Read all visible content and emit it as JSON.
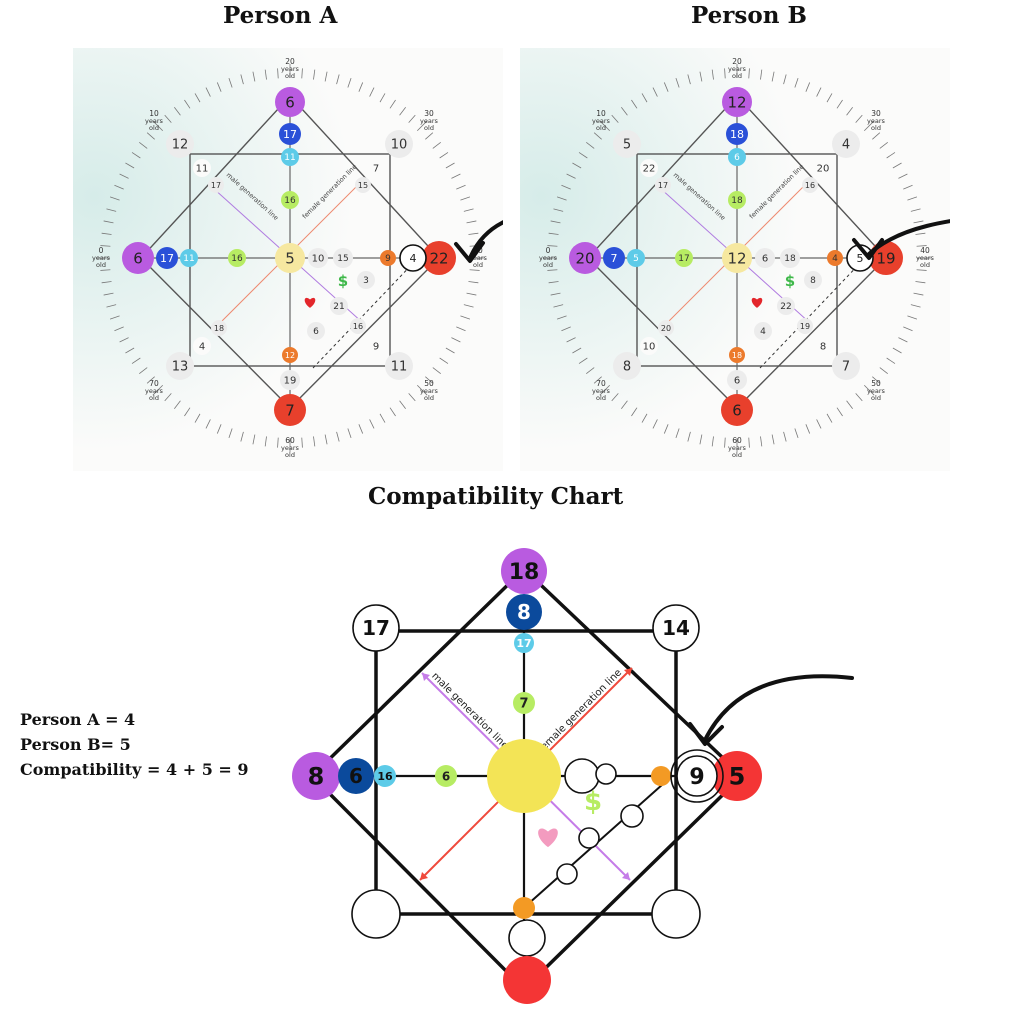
{
  "headings": {
    "person_a": "Person A",
    "person_b": "Person B",
    "compatibility": "Compatibility Chart"
  },
  "formula": {
    "line1": "Person A = 4",
    "line2": "Person B= 5",
    "line3": "Compatibility = 4 + 5 = 9"
  },
  "line_labels": {
    "male": "male generation line",
    "female": "female generation line"
  },
  "age_labels": {
    "y0": [
      "0",
      "years",
      "old"
    ],
    "y10": [
      "10",
      "years",
      "old"
    ],
    "y20": [
      "20",
      "years",
      "old"
    ],
    "y30": [
      "30",
      "years",
      "old"
    ],
    "y40": [
      "40",
      "years",
      "old"
    ],
    "y50": [
      "50",
      "years",
      "old"
    ],
    "y60": [
      "60",
      "years",
      "old"
    ],
    "y70": [
      "70",
      "years",
      "old"
    ]
  },
  "person_a": {
    "left": "6",
    "left2": "17",
    "left3": "11",
    "left4": "16",
    "top": "6",
    "top2": "17",
    "top3": "11",
    "top4": "16",
    "right": "22",
    "right_circled": "4",
    "right_orange": "9",
    "bottom": "7",
    "bottom2": "19",
    "bottom_orange": "12",
    "center": "5",
    "corner_tl": "12",
    "corner_tl_inner": "11",
    "corner_tl_diag": "17",
    "corner_tr": "10",
    "corner_tr_inner": "7",
    "corner_tr_diag": "15",
    "corner_bl": "13",
    "corner_bl_inner": "4",
    "corner_bl_diag": "18",
    "corner_br": "11",
    "corner_br_inner": "9",
    "corner_br_diag": "16",
    "mid1": "10",
    "mid2": "15",
    "mid3": "3",
    "mid4": "21",
    "mid5": "6",
    "money": "$"
  },
  "person_b": {
    "left": "20",
    "left2": "7",
    "left3": "5",
    "left4": "17",
    "top": "12",
    "top2": "18",
    "top3": "6",
    "top4": "18",
    "right": "19",
    "right_circled": "5",
    "right_orange": "4",
    "bottom": "6",
    "bottom2": "6",
    "bottom_orange": "18",
    "center": "12",
    "corner_tl": "5",
    "corner_tl_inner": "22",
    "corner_tl_diag": "17",
    "corner_tr": "4",
    "corner_tr_inner": "20",
    "corner_tr_diag": "16",
    "corner_bl": "8",
    "corner_bl_inner": "10",
    "corner_bl_diag": "20",
    "corner_br": "7",
    "corner_br_inner": "8",
    "corner_br_diag": "19",
    "mid1": "6",
    "mid2": "18",
    "mid3": "8",
    "mid4": "22",
    "mid5": "4",
    "money": "$"
  },
  "compatibility": {
    "top": "18",
    "top2": "8",
    "top3": "17",
    "top4": "7",
    "left": "8",
    "left2": "6",
    "left3": "16",
    "left4": "6",
    "corner_tl": "17",
    "corner_tr": "14",
    "right_circled": "9",
    "right": "5",
    "money": "$"
  },
  "colors": {
    "purple": "#b95be0",
    "blue": "#2a50d8",
    "navy": "#0b4a9c",
    "cyan": "#5dcbe8",
    "green": "#b7ec63",
    "yellow": "#f6e8a0",
    "yellow_comp": "#f3e456",
    "orange": "#ec7a2c",
    "orange_comp": "#f39a24",
    "red": "#e8402c",
    "red_comp": "#f43535",
    "grey": "#ececec"
  }
}
